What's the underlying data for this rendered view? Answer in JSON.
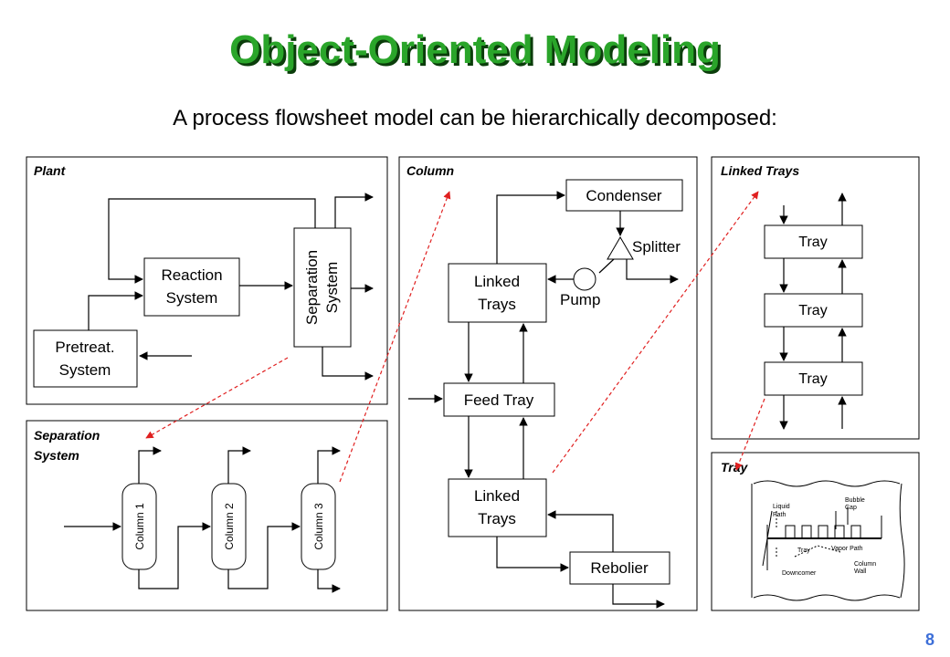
{
  "title": "Object-Oriented Modeling",
  "subtitle": "A process flowsheet model can be hierarchically decomposed:",
  "page_number": "8",
  "panels": {
    "plant": {
      "label": "Plant",
      "reaction_line1": "Reaction",
      "reaction_line2": "System",
      "separation_line1": "Separation",
      "separation_line2": "System",
      "pretreat_line1": "Pretreat.",
      "pretreat_line2": "System"
    },
    "separation": {
      "label_line1": "Separation",
      "label_line2": "System",
      "columns": [
        "Column 1",
        "Column 2",
        "Column 3"
      ]
    },
    "column": {
      "label": "Column",
      "condenser": "Condenser",
      "splitter": "Splitter",
      "pump": "Pump",
      "linked_top_line1": "Linked",
      "linked_top_line2": "Trays",
      "feed_tray": "Feed Tray",
      "linked_bottom_line1": "Linked",
      "linked_bottom_line2": "Trays",
      "reboiler": "Rebolier"
    },
    "linked_trays": {
      "label": "Linked Trays",
      "trays": [
        "Tray",
        "Tray",
        "Tray"
      ]
    },
    "tray": {
      "label": "Tray",
      "liquid_path_line1": "Liquid",
      "liquid_path_line2": "Path",
      "bubble_cap_line1": "Bubble",
      "bubble_cap_line2": "Cap",
      "tray_text": "Tray",
      "vapor_path": "Vapor Path",
      "downcomer": "Downcomer",
      "column_wall_line1": "Column",
      "column_wall_line2": "Wall"
    }
  }
}
